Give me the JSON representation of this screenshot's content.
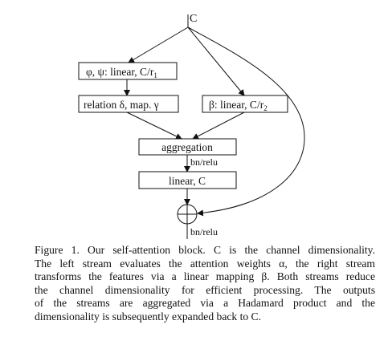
{
  "diagram": {
    "input_label": "C",
    "nodes": {
      "phi_psi": "φ, ψ: linear, C/r",
      "phi_psi_sub": "1",
      "relation": "relation δ, map. γ",
      "beta": "β: linear, C/r",
      "beta_sub": "2",
      "aggregation": "aggregation",
      "linear": "linear, C",
      "sum_symbol": "⊕"
    },
    "edge_labels": {
      "bn_relu_1": "bn/relu",
      "bn_relu_2": "bn/relu"
    }
  },
  "caption": {
    "lines": [
      "Figure 1. Our self-attention block. C is the channel dimensionality.",
      "The left stream evaluates the attention weights α, the right stream",
      "transforms the features via a linear mapping β. Both streams reduce",
      "the channel dimensionality for efficient processing. The outputs",
      "of the streams are aggregated via a Hadamard product and the",
      "dimensionality is subsequently expanded back to C."
    ]
  }
}
